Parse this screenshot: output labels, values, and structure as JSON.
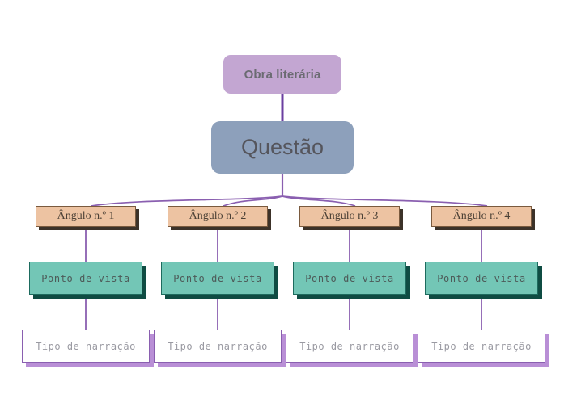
{
  "diagram": {
    "title": "Obra literária",
    "background_color": "#ffffff",
    "root": {
      "label": "Obra literária",
      "fill_color": "#c3a6d2",
      "text_color": "#6b6b72"
    },
    "question": {
      "label": "Questão",
      "fill_color": "#8da0bb",
      "text_color": "#55555c"
    },
    "connector_color": "#8a5fb0",
    "branches": [
      {
        "angle": "Ângulo n.º 1",
        "view": "Ponto de vista",
        "narration": "Tipo de narração"
      },
      {
        "angle": "Ângulo n.º 2",
        "view": "Ponto de vista",
        "narration": "Tipo de narração"
      },
      {
        "angle": "Ângulo n.º 3",
        "view": "Ponto de vista",
        "narration": "Tipo de narração"
      },
      {
        "angle": "Ângulo n.º 4",
        "view": "Ponto de vista",
        "narration": "Tipo de narração"
      }
    ],
    "style": {
      "angle_fill": "#edc3a2",
      "angle_border": "#7a5a3e",
      "angle_shadow": "#3c3229",
      "view_fill": "#73c6b6",
      "view_border": "#1d6b5e",
      "view_shadow": "#0f4c43",
      "narration_fill": "#ffffff",
      "narration_border": "#8a5fb0",
      "narration_shadow": "#b98fd6"
    }
  }
}
